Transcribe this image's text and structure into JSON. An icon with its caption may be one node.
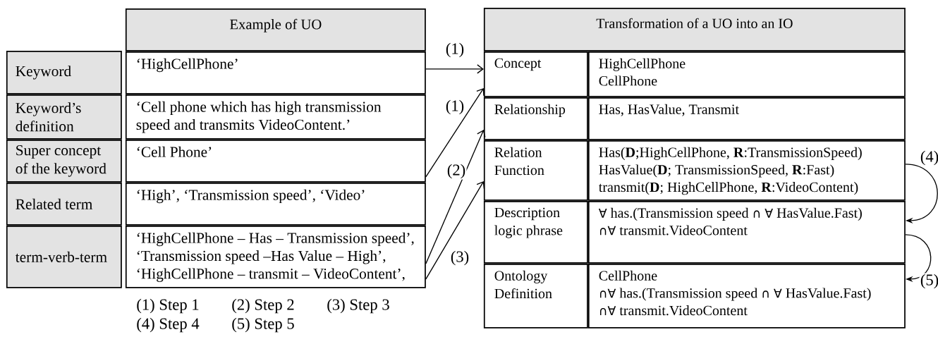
{
  "diagram": {
    "nodes": [
      {
        "text": [
          "Example of UO"
        ]
      },
      {
        "text": [
          "Keyword"
        ]
      },
      {
        "text": [
          "‘HighCellPhone’"
        ]
      },
      {
        "text": [
          "Keyword’s definition"
        ]
      },
      {
        "text": [
          "‘Cell phone which has  high transmission speed and transmits VideoContent.’"
        ]
      },
      {
        "text": [
          "Super concept of the keyword"
        ]
      },
      {
        "text": [
          "‘Cell Phone’"
        ]
      },
      {
        "text": [
          "Related term"
        ]
      },
      {
        "text": [
          "‘High’, ‘Transmission speed’, ‘Video’"
        ]
      },
      {
        "text": [
          "term-verb-term"
        ]
      },
      {
        "text": [
          "‘HighCellPhone – Has – Transmission speed’,",
          "‘Transmission speed –Has Value – High’,",
          "‘HighCellPhone – transmit – VideoContent’,"
        ]
      },
      {
        "text": [
          "Transformation of a UO into an IO"
        ]
      },
      {
        "text": [
          "Concept"
        ]
      },
      {
        "text": [
          "HighCellPhone",
          "CellPhone"
        ]
      },
      {
        "text": [
          "Relationship"
        ]
      },
      {
        "text": [
          "Has, HasValue, Transmit"
        ]
      },
      {
        "text": [
          "Relation Function"
        ]
      },
      {
        "text": [
          "Has(**D**;HighCellPhone, **R**:TransmissionSpeed)",
          "HasValue(**D**; TransmissionSpeed, **R**:Fast)",
          "transmit(**D**; HighCellPhone, **R**:VideoContent)"
        ]
      },
      {
        "text": [
          "Description logic phrase"
        ]
      },
      {
        "text": [
          "∀ has.(Transmission speed ∩ ∀ HasValue.Fast)",
          "∩∀ transmit.VideoContent"
        ]
      },
      {
        "text": [
          "Ontology Definition"
        ]
      },
      {
        "text": [
          "CellPhone",
          "∩∀ has.(Transmission speed ∩ ∀ HasValue.Fast)",
          "∩∀ transmit.VideoContent"
        ]
      }
    ],
    "edges": [
      {
        "from": 2,
        "to": 12,
        "arrow": "to",
        "label": "(1)"
      },
      {
        "from": 6,
        "to": 12,
        "arrow": "to",
        "label": "(1)"
      },
      {
        "from": 10,
        "to": 14,
        "arrow": "to",
        "label": "(2)"
      },
      {
        "from": 10,
        "to": 16,
        "arrow": "to",
        "label": "(3)"
      },
      {
        "from": 17,
        "to": 19,
        "arrow": "to",
        "label": "(4)"
      },
      {
        "from": 19,
        "to": 21,
        "arrow": "to",
        "label": "(5)"
      }
    ],
    "labels": [
      "(1) Step 1",
      "(2) Step 2",
      "(3) Step 3",
      "(4) Step 4",
      "(5) Step 5"
    ]
  }
}
